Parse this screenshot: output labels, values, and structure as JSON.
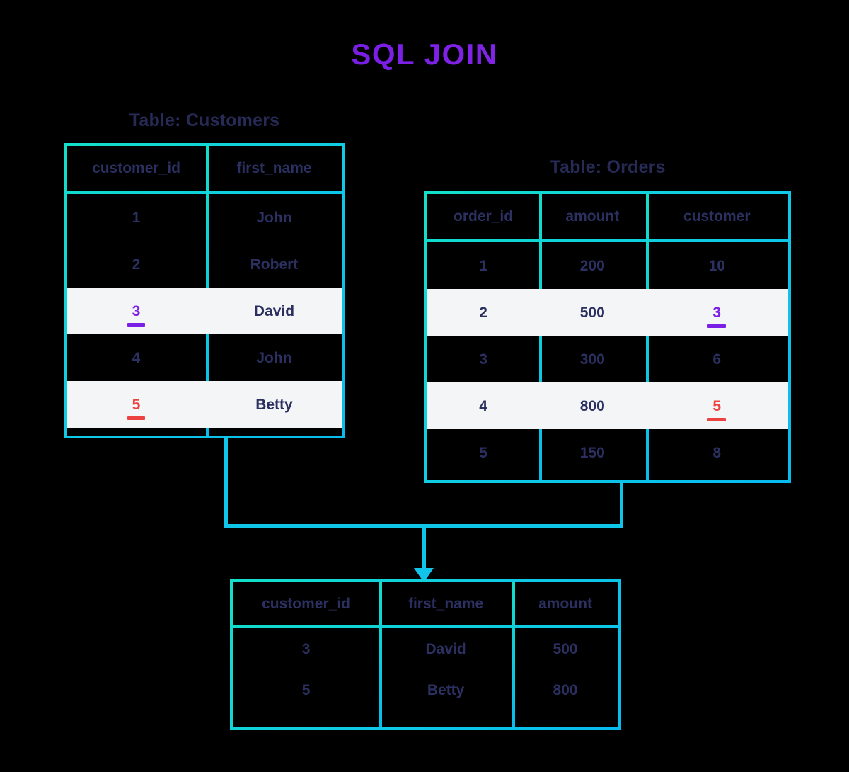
{
  "title": "SQL JOIN",
  "colors": {
    "title_purple": "#7B1FE6",
    "border_cyan": "#0FC9E3",
    "text_navy": "#2B3060",
    "highlight_row_bg": "#F4F5F7",
    "key_purple": "#7B1FE6",
    "key_red": "#EC4242",
    "background": "#000000"
  },
  "customers": {
    "caption": "Table: Customers",
    "columns": [
      "customer_id",
      "first_name"
    ],
    "rows": [
      {
        "customer_id": "1",
        "first_name": "John",
        "highlight": false,
        "key": "none"
      },
      {
        "customer_id": "2",
        "first_name": "Robert",
        "highlight": false,
        "key": "none"
      },
      {
        "customer_id": "3",
        "first_name": "David",
        "highlight": true,
        "key": "purple"
      },
      {
        "customer_id": "4",
        "first_name": "John",
        "highlight": false,
        "key": "none"
      },
      {
        "customer_id": "5",
        "first_name": "Betty",
        "highlight": true,
        "key": "red"
      }
    ]
  },
  "orders": {
    "caption": "Table: Orders",
    "columns": [
      "order_id",
      "amount",
      "customer"
    ],
    "rows": [
      {
        "order_id": "1",
        "amount": "200",
        "customer": "10",
        "highlight": false,
        "key": "none"
      },
      {
        "order_id": "2",
        "amount": "500",
        "customer": "3",
        "highlight": true,
        "key": "purple"
      },
      {
        "order_id": "3",
        "amount": "300",
        "customer": "6",
        "highlight": false,
        "key": "none"
      },
      {
        "order_id": "4",
        "amount": "800",
        "customer": "5",
        "highlight": true,
        "key": "red"
      },
      {
        "order_id": "5",
        "amount": "150",
        "customer": "8",
        "highlight": false,
        "key": "none"
      }
    ]
  },
  "result": {
    "columns": [
      "customer_id",
      "first_name",
      "amount"
    ],
    "rows": [
      {
        "customer_id": "3",
        "first_name": "David",
        "amount": "500"
      },
      {
        "customer_id": "5",
        "first_name": "Betty",
        "amount": "800"
      }
    ]
  }
}
